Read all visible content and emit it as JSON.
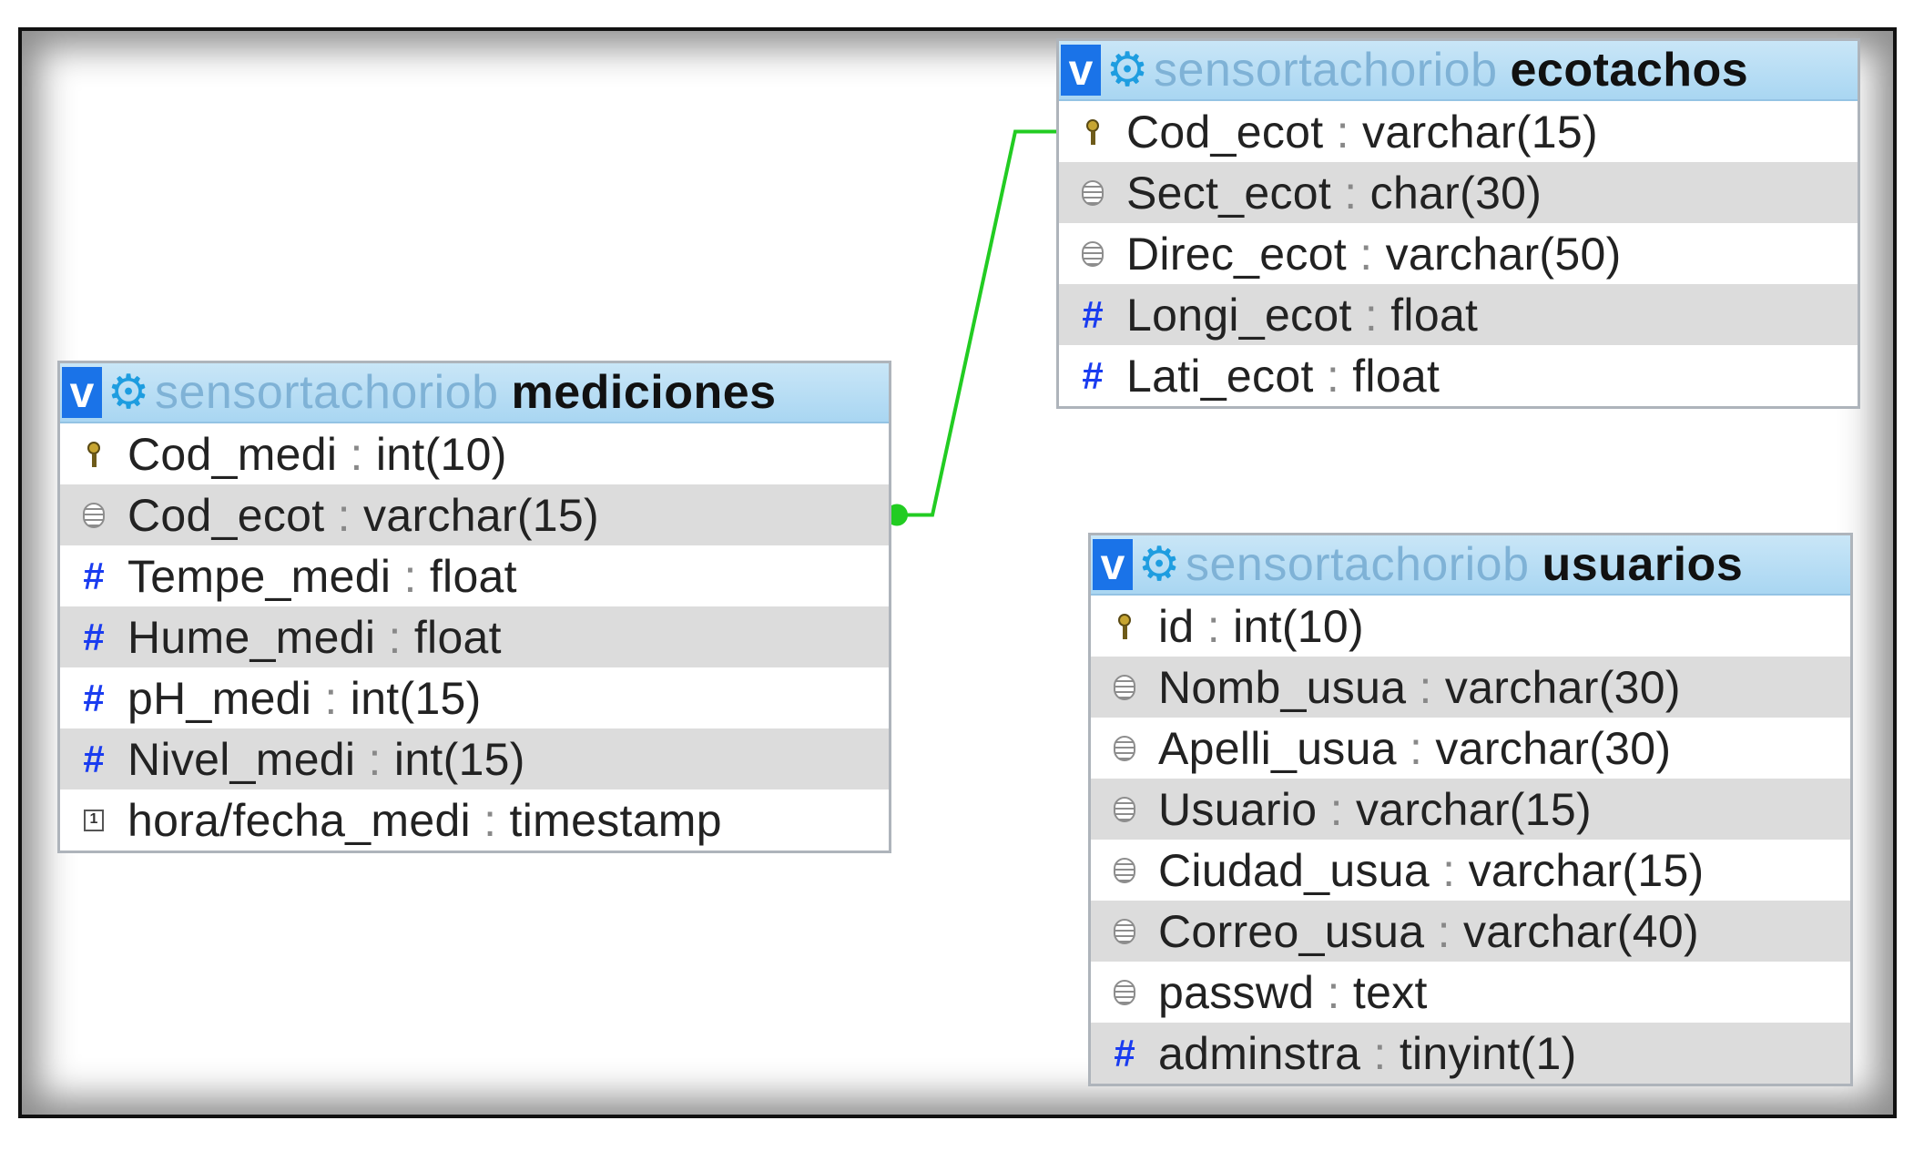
{
  "tables": {
    "mediciones": {
      "db": "sensortachoriob",
      "name": "mediciones",
      "columns": [
        {
          "icon": "primary-key-icon",
          "name": "Cod_medi",
          "type": "int(10)"
        },
        {
          "icon": "column-icon",
          "name": "Cod_ecot",
          "type": "varchar(15)"
        },
        {
          "icon": "numeric-column-icon",
          "name": "Tempe_medi",
          "type": "float"
        },
        {
          "icon": "numeric-column-icon",
          "name": "Hume_medi",
          "type": "float"
        },
        {
          "icon": "numeric-column-icon",
          "name": "pH_medi",
          "type": "int(15)"
        },
        {
          "icon": "numeric-column-icon",
          "name": "Nivel_medi",
          "type": "int(15)"
        },
        {
          "icon": "timestamp-column-icon",
          "name": "hora/fecha_medi",
          "type": "timestamp"
        }
      ]
    },
    "ecotachos": {
      "db": "sensortachoriob",
      "name": "ecotachos",
      "columns": [
        {
          "icon": "primary-key-icon",
          "name": "Cod_ecot",
          "type": "varchar(15)"
        },
        {
          "icon": "column-icon",
          "name": "Sect_ecot",
          "type": "char(30)"
        },
        {
          "icon": "column-icon",
          "name": "Direc_ecot",
          "type": "varchar(50)"
        },
        {
          "icon": "numeric-column-icon",
          "name": "Longi_ecot",
          "type": "float"
        },
        {
          "icon": "numeric-column-icon",
          "name": "Lati_ecot",
          "type": "float"
        }
      ]
    },
    "usuarios": {
      "db": "sensortachoriob",
      "name": "usuarios",
      "columns": [
        {
          "icon": "primary-key-icon",
          "name": "id",
          "type": "int(10)"
        },
        {
          "icon": "column-icon",
          "name": "Nomb_usua",
          "type": "varchar(30)"
        },
        {
          "icon": "column-icon",
          "name": "Apelli_usua",
          "type": "varchar(30)"
        },
        {
          "icon": "column-icon",
          "name": "Usuario",
          "type": "varchar(15)"
        },
        {
          "icon": "column-icon",
          "name": "Ciudad_usua",
          "type": "varchar(15)"
        },
        {
          "icon": "column-icon",
          "name": "Correo_usua",
          "type": "varchar(40)"
        },
        {
          "icon": "column-icon",
          "name": "passwd",
          "type": "text"
        },
        {
          "icon": "numeric-column-icon",
          "name": "adminstra",
          "type": "tinyint(1)"
        }
      ]
    }
  },
  "relations": [
    {
      "from_table": "mediciones",
      "from_column": "Cod_ecot",
      "to_table": "ecotachos",
      "to_column": "Cod_ecot",
      "color": "#22cc22"
    }
  ],
  "colors": {
    "header_bg": "#b8def5",
    "toggle": "#1a73e8",
    "gear": "#1e9de0",
    "db_name": "#7fb2d6",
    "alt_row": "#dcdcdc",
    "numeric_hash": "#1a3cf0"
  }
}
